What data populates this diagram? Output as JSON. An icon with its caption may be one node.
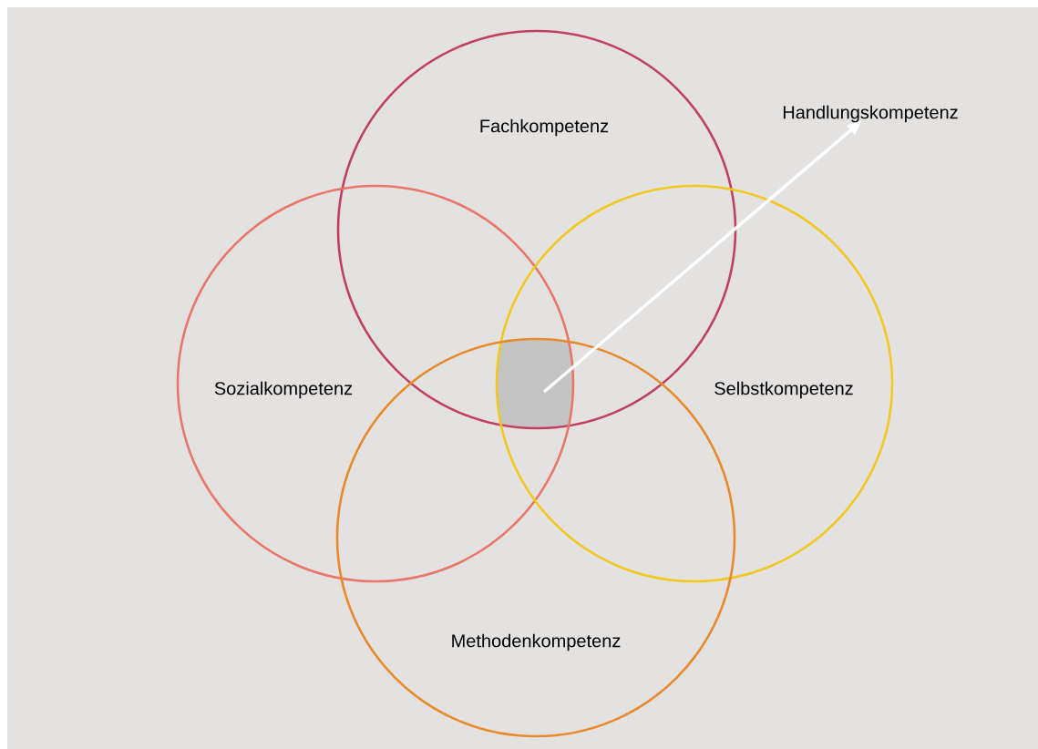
{
  "diagram": {
    "nodes": [
      {
        "text": [
          "Fachkompetenz"
        ]
      },
      {
        "text": [
          "Sozialkompetenz"
        ]
      },
      {
        "text": [
          "Selbstkompetenz"
        ]
      },
      {
        "text": [
          "Methodenkompetenz"
        ]
      },
      {
        "text": [],
        "shape": "box"
      },
      {
        "text": [
          "Handlungskompetenz"
        ]
      }
    ],
    "edges": [
      {
        "from": 4,
        "to": 5,
        "arrow": "to",
        "color": "#ffffff"
      }
    ]
  }
}
